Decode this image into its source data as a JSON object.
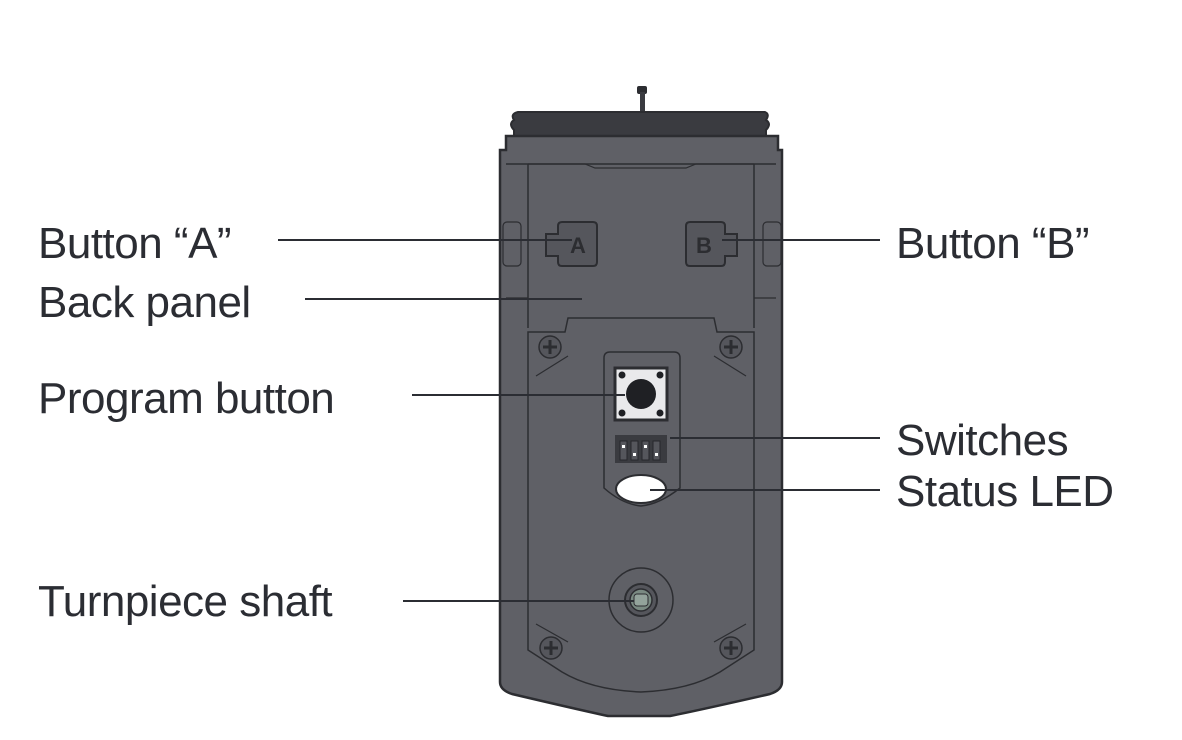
{
  "diagram": {
    "subject": "Smart lock interior assembly (rear view)",
    "colors": {
      "text": "#2b2d33",
      "body": "#5f6066",
      "cap": "#3a3b40",
      "outline": "#2c2d31",
      "led": "#ffffff",
      "button": "#1f2024",
      "button_pad": "#e9e9eb"
    },
    "keys": {
      "a": "A",
      "b": "B"
    },
    "callouts": [
      {
        "id": "button-a",
        "label": "Button “A”",
        "side": "left"
      },
      {
        "id": "back-panel",
        "label": "Back panel",
        "side": "left"
      },
      {
        "id": "program-button",
        "label": "Program button",
        "side": "left"
      },
      {
        "id": "turnpiece-shaft",
        "label": "Turnpiece shaft",
        "side": "left"
      },
      {
        "id": "button-b",
        "label": "Button “B”",
        "side": "right"
      },
      {
        "id": "switches",
        "label": "Switches",
        "side": "right"
      },
      {
        "id": "status-led",
        "label": "Status LED",
        "side": "right"
      }
    ]
  }
}
